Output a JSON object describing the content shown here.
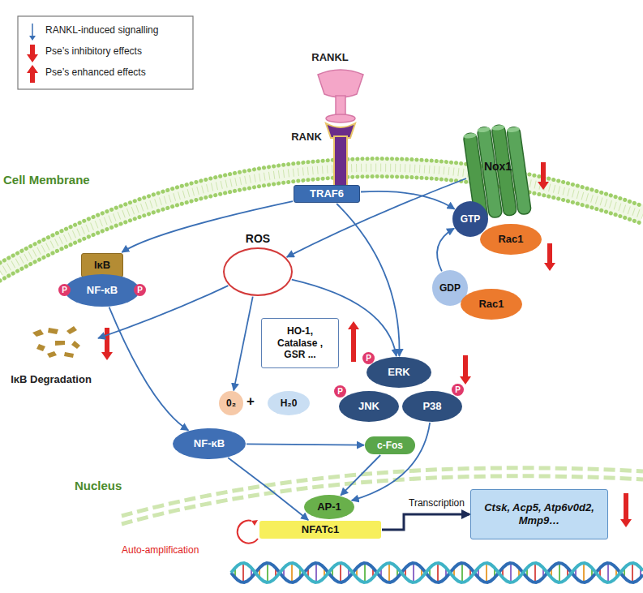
{
  "diagram": {
    "nodes": [
      {
        "text": [
          "RANKL"
        ]
      },
      {
        "text": [
          "RANK"
        ]
      },
      {
        "text": [
          "TRAF6"
        ]
      },
      {
        "text": [
          "IκB"
        ]
      },
      {
        "text": [
          "NF-κB"
        ]
      },
      {
        "text": [
          "ROS"
        ]
      },
      {
        "text": [
          "Nox1"
        ]
      },
      {
        "text": [
          "GTP"
        ]
      },
      {
        "text": [
          "Rac1"
        ]
      },
      {
        "text": [
          "GDP"
        ]
      },
      {
        "text": [
          "Rac1"
        ]
      },
      {
        "text": [
          "HO-1, Catalase , GSR ..."
        ]
      },
      {
        "text": [
          "0₂"
        ]
      },
      {
        "text": [
          "H₂0"
        ]
      },
      {
        "text": [
          "ERK"
        ]
      },
      {
        "text": [
          "JNK"
        ]
      },
      {
        "text": [
          "P38"
        ]
      },
      {
        "text": [
          "IκB Degradation"
        ]
      },
      {
        "text": [
          "NF-κB"
        ]
      },
      {
        "text": [
          "c-Fos"
        ]
      },
      {
        "text": [
          "AP-1"
        ]
      },
      {
        "text": [
          "NFATc1"
        ]
      },
      {
        "text": [
          "Ctsk, Acp5, Atp6v0d2, Mmp9…"
        ]
      }
    ],
    "edges": [
      {
        "from": 2,
        "to": 3,
        "arrow": "to"
      },
      {
        "from": 2,
        "to": 7,
        "arrow": "to"
      },
      {
        "from": 2,
        "to": 14,
        "arrow": "to"
      },
      {
        "from": 6,
        "to": 5,
        "arrow": "to"
      },
      {
        "from": 9,
        "to": 7,
        "arrow": "to"
      },
      {
        "from": 5,
        "to": 17,
        "arrow": "to"
      },
      {
        "from": 5,
        "to": 14,
        "arrow": "to"
      },
      {
        "from": 5,
        "to": 12,
        "arrow": "to"
      },
      {
        "from": 4,
        "to": 18,
        "arrow": "to"
      },
      {
        "from": 18,
        "to": 19,
        "arrow": "to"
      },
      {
        "from": 18,
        "to": 21,
        "arrow": "to"
      },
      {
        "from": 19,
        "to": 20,
        "arrow": "to"
      },
      {
        "from": 16,
        "to": 20,
        "arrow": "to"
      },
      {
        "from": 21,
        "to": 22,
        "label": "Transcription",
        "arrow": "to"
      }
    ],
    "labels": [
      "Cell Membrane",
      "Nucleus",
      "Auto-amplification",
      "+",
      "P",
      "P",
      "P",
      "P",
      "P"
    ],
    "legend": [
      {
        "text": "RANKL-induced signalling"
      },
      {
        "text": "Pse’s inhibitory effects"
      },
      {
        "text": "Pse’s enhanced effects"
      }
    ]
  }
}
